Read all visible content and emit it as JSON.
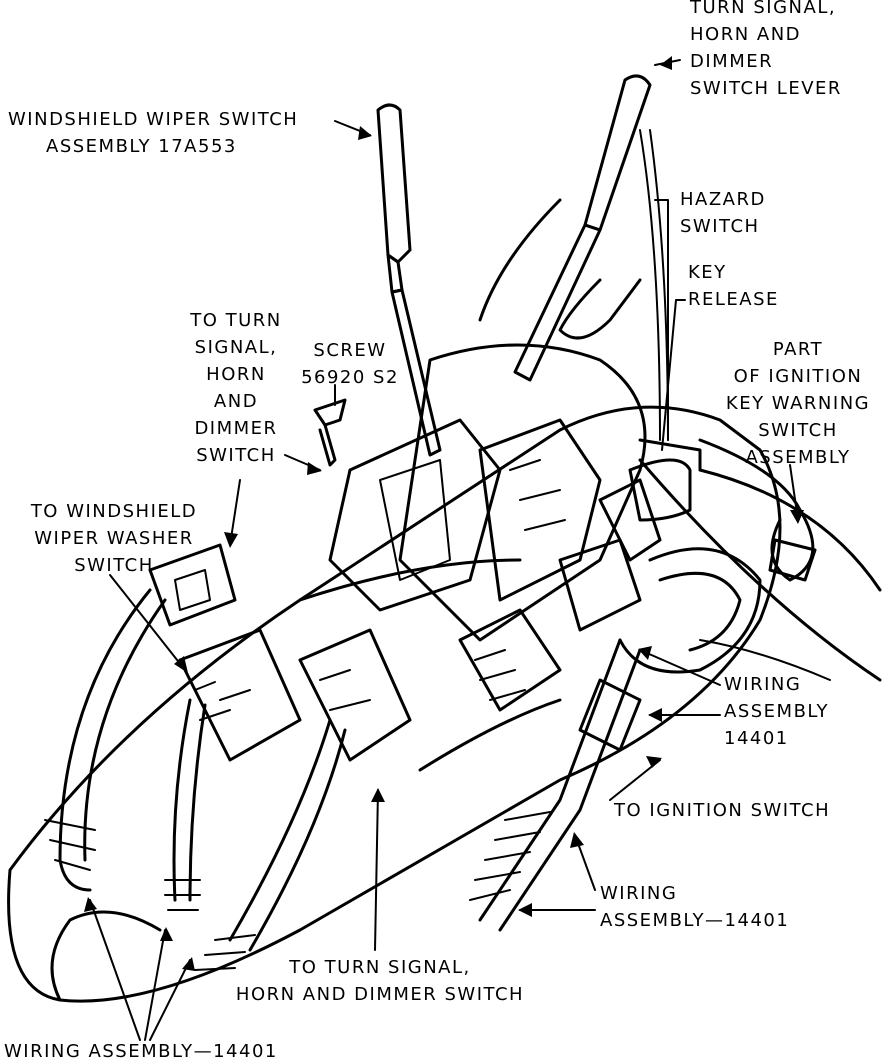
{
  "labels": {
    "turn_signal_lever": [
      "TURN SIGNAL,",
      "HORN AND",
      "DIMMER",
      "SWITCH LEVER"
    ],
    "wiper_switch": [
      "WINDSHIELD WIPER SWITCH",
      "ASSEMBLY 17A553"
    ],
    "hazard_switch": [
      "HAZARD",
      "SWITCH"
    ],
    "key_release": [
      "KEY",
      "RELEASE"
    ],
    "to_turn_signal_top": [
      "TO TURN",
      "SIGNAL,",
      "HORN",
      "AND",
      "DIMMER",
      "SWITCH"
    ],
    "screw": [
      "SCREW",
      "56920 S2"
    ],
    "key_warning": [
      "PART",
      "OF IGNITION",
      "KEY WARNING",
      "SWITCH",
      "ASSEMBLY"
    ],
    "washer_switch": [
      "TO WINDSHIELD",
      "WIPER WASHER",
      "SWITCH"
    ],
    "wiring_right_upper": [
      "WIRING",
      "ASSEMBLY",
      "14401"
    ],
    "ignition_switch": [
      "TO IGNITION SWITCH"
    ],
    "wiring_right_lower": [
      "WIRING",
      "ASSEMBLY—14401"
    ],
    "to_turn_signal_bottom": [
      "TO TURN SIGNAL,",
      "HORN AND DIMMER SWITCH"
    ],
    "wiring_bottom_left": [
      "WIRING ASSEMBLY—14401"
    ]
  }
}
